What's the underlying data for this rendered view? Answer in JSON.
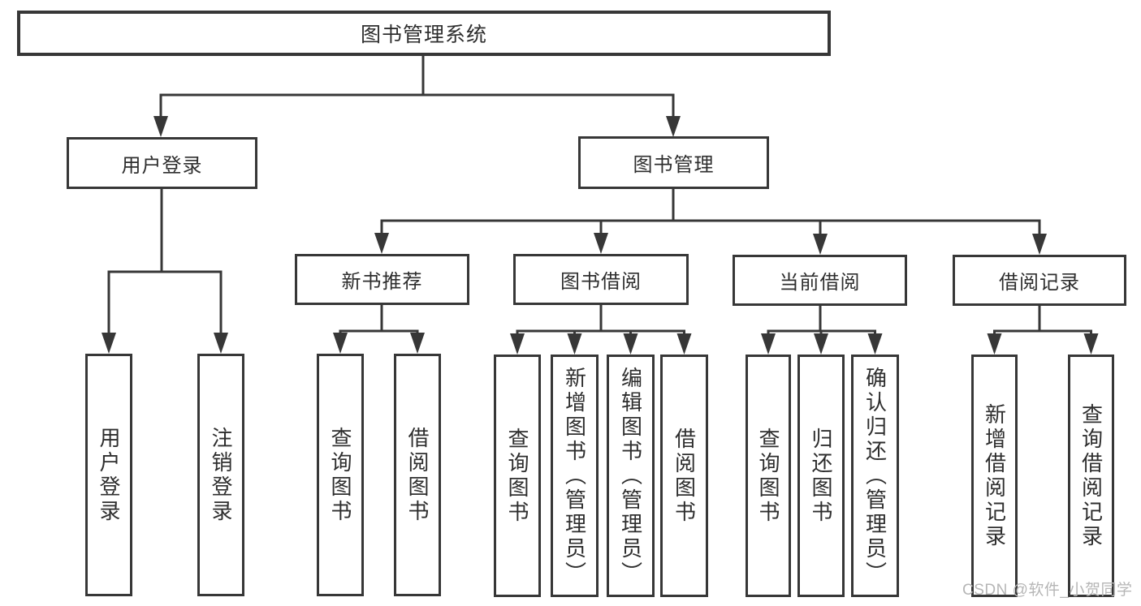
{
  "tree": {
    "label": "图书管理系统",
    "children": [
      {
        "label": "用户登录",
        "children": [
          {
            "label": "用户登录"
          },
          {
            "label": "注销登录"
          }
        ]
      },
      {
        "label": "图书管理",
        "children": [
          {
            "label": "新书推荐",
            "children": [
              {
                "label": "查询图书"
              },
              {
                "label": "借阅图书"
              }
            ]
          },
          {
            "label": "图书借阅",
            "children": [
              {
                "label": "查询图书"
              },
              {
                "label": "新增图书（管理员）"
              },
              {
                "label": "编辑图书（管理员）"
              },
              {
                "label": "借阅图书"
              }
            ]
          },
          {
            "label": "当前借阅",
            "children": [
              {
                "label": "查询图书"
              },
              {
                "label": "归还图书"
              },
              {
                "label": "确认归还（管理员）"
              }
            ]
          },
          {
            "label": "借阅记录",
            "children": [
              {
                "label": "新增借阅记录"
              },
              {
                "label": "查询借阅记录"
              }
            ]
          }
        ]
      }
    ]
  },
  "watermark": {
    "text": "CSDN @软件_小贺同学"
  },
  "colors": {
    "line": "#373737",
    "box_border": "#373737",
    "text": "#2e2e2e",
    "watermark": "#b6b6b6",
    "background": "#ffffff"
  }
}
